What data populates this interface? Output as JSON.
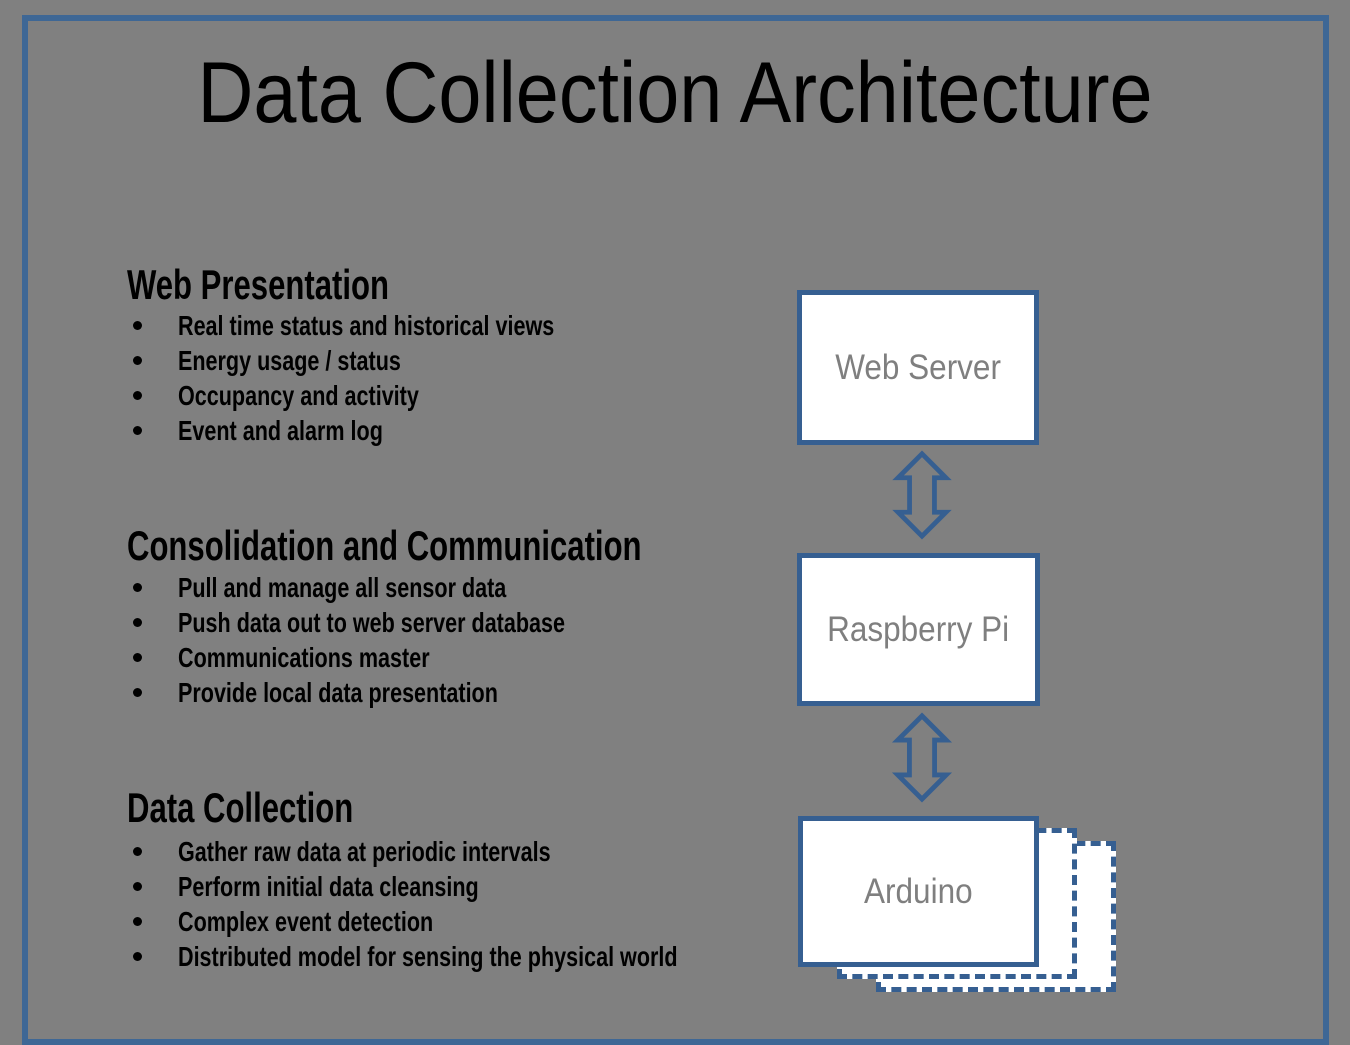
{
  "title": "Data Collection Architecture",
  "sections": [
    {
      "heading": "Web Presentation",
      "bullets": [
        "Real time status and historical views",
        "Energy usage / status",
        "Occupancy and activity",
        "Event and alarm log"
      ]
    },
    {
      "heading": "Consolidation and Communication",
      "bullets": [
        "Pull and manage all sensor data",
        "Push data out to web server database",
        "Communications master",
        "Provide local data presentation"
      ]
    },
    {
      "heading": "Data Collection",
      "bullets": [
        "Gather raw data at periodic intervals",
        "Perform initial data cleansing",
        "Complex event detection",
        "Distributed model for sensing the physical world"
      ]
    }
  ],
  "nodes": [
    {
      "label": "Web Server"
    },
    {
      "label": "Raspberry Pi"
    },
    {
      "label": "Arduino",
      "stacked_ghost_copies": 2
    }
  ],
  "connectors": [
    {
      "from": "Web Server",
      "to": "Raspberry Pi",
      "bidirectional": true,
      "icon": "up-down-double-arrow"
    },
    {
      "from": "Raspberry Pi",
      "to": "Arduino",
      "bidirectional": true,
      "icon": "up-down-double-arrow"
    }
  ],
  "colors": {
    "background": "#808080",
    "frame_border": "#3E6795",
    "node_border": "#365F91",
    "node_fill": "#FFFFFF",
    "node_label": "#7F7F7F",
    "text": "#000000"
  }
}
